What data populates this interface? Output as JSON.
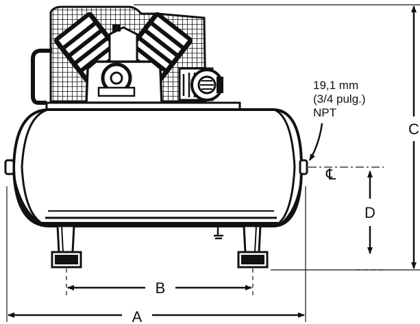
{
  "note": {
    "line1": "19,1 mm",
    "line2": "(3/4 pulg.)",
    "line3": "NPT"
  },
  "dimensions": {
    "a": "A",
    "b": "B",
    "c": "C",
    "d": "D"
  },
  "centerline_symbol": "℄",
  "colors": {
    "ink": "#111111",
    "paper": "#ffffff"
  }
}
